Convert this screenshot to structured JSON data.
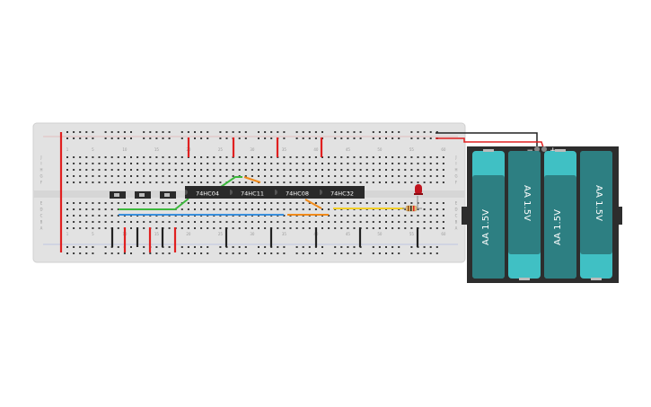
{
  "chips": [
    {
      "id": "chip-1",
      "label": "74HC04"
    },
    {
      "id": "chip-2",
      "label": "74HC11"
    },
    {
      "id": "chip-3",
      "label": "74HC08"
    },
    {
      "id": "chip-4",
      "label": "74HC32"
    }
  ],
  "battery": {
    "cells": [
      {
        "label": "AA 1.5V"
      },
      {
        "label": "AA 1.5V"
      },
      {
        "label": "AA 1.5V"
      },
      {
        "label": "AA 1.5V"
      }
    ],
    "terminal_negative": "−",
    "terminal_positive": "+"
  },
  "breadboard": {
    "column_numbers": [
      "1",
      "5",
      "10",
      "15",
      "20",
      "25",
      "30",
      "35",
      "40",
      "45",
      "50",
      "55",
      "60"
    ],
    "row_letters_top": [
      "J",
      "I",
      "H",
      "G",
      "F"
    ],
    "row_letters_bottom": [
      "E",
      "D",
      "C",
      "B",
      "A"
    ]
  },
  "colors": {
    "board": "#e4e4e4",
    "wire_red": "#e02020",
    "wire_black": "#222222",
    "wire_green": "#3db83d",
    "wire_blue": "#3a8fdc",
    "wire_orange": "#f08a1a",
    "wire_yellow": "#f2cf2a",
    "battery_teal": "#40c0c4",
    "battery_dark": "#2d7f82",
    "led": "#c0141e"
  }
}
